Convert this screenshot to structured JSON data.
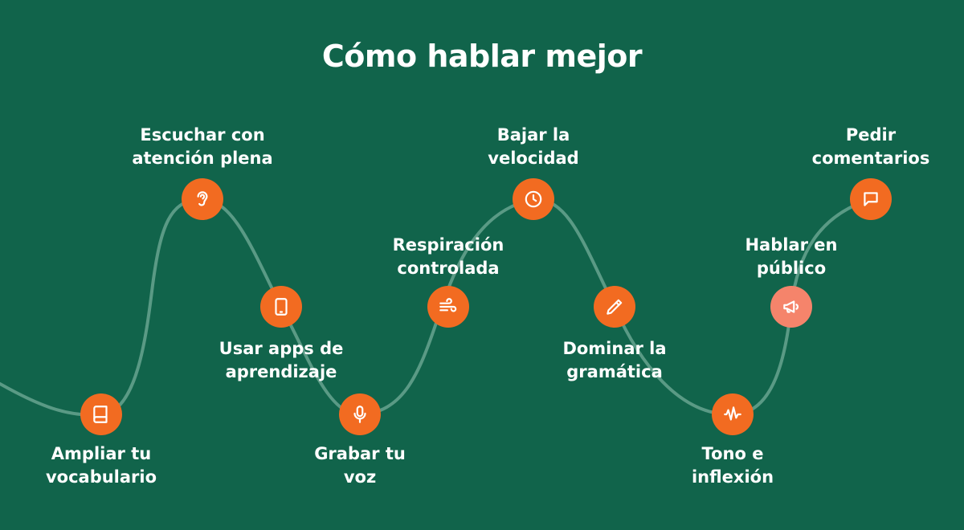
{
  "title": "Cómo hablar mejor",
  "steps": [
    {
      "label": "Ampliar tu vocabulario",
      "line1": "Ampliar tu",
      "line2": "vocabulario",
      "icon": "book-icon"
    },
    {
      "label": "Escuchar con atención plena",
      "line1": "Escuchar con",
      "line2": "atención plena",
      "icon": "ear-icon"
    },
    {
      "label": "Usar apps de aprendizaje",
      "line1": "Usar apps de",
      "line2": "aprendizaje",
      "icon": "smartphone-icon"
    },
    {
      "label": "Grabar tu voz",
      "line1": "Grabar tu",
      "line2": "voz",
      "icon": "microphone-icon"
    },
    {
      "label": "Respiración controlada",
      "line1": "Respiración",
      "line2": "controlada",
      "icon": "wind-icon"
    },
    {
      "label": "Bajar la velocidad",
      "line1": "Bajar la",
      "line2": "velocidad",
      "icon": "clock-icon"
    },
    {
      "label": "Dominar la gramática",
      "line1": "Dominar la",
      "line2": "gramática",
      "icon": "pencil-icon"
    },
    {
      "label": "Tono e inflexión",
      "line1": "Tono e",
      "line2": "inflexión",
      "icon": "audio-wave-icon"
    },
    {
      "label": "Hablar en público",
      "line1": "Hablar en",
      "line2": "público",
      "icon": "megaphone-icon"
    },
    {
      "label": "Pedir comentarios",
      "line1": "Pedir",
      "line2": "comentarios",
      "icon": "message-square-icon"
    }
  ],
  "colors": {
    "background": "#11644b",
    "node": "#f26b21",
    "node_highlight": "#f5846b",
    "curve": "#5a9a85",
    "text": "#ffffff"
  }
}
